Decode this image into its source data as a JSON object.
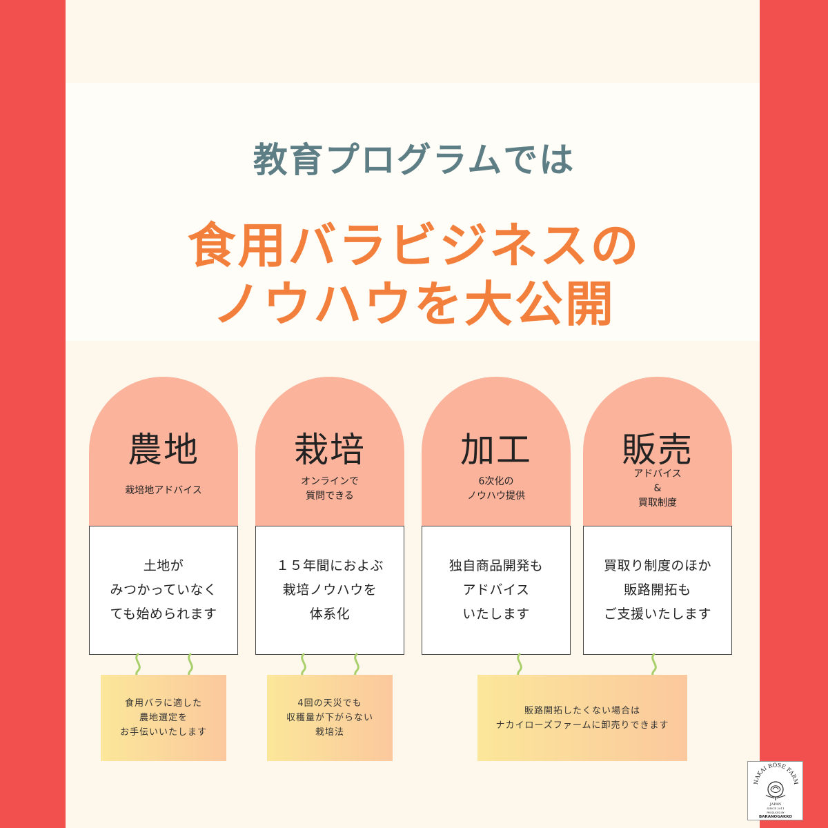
{
  "header": {
    "subtitle": "教育プログラムでは",
    "headline_line1": "食用バラビジネスの",
    "headline_line2": "ノウハウを大公開"
  },
  "cards": [
    {
      "title": "農地",
      "desc": [
        "栽培地アドバイス"
      ],
      "body": [
        "土地が",
        "みつかっていなく",
        "ても始められます"
      ]
    },
    {
      "title": "栽培",
      "desc": [
        "オンラインで",
        "質問できる"
      ],
      "body": [
        "１５年間におよぶ",
        "栽培ノウハウを",
        "体系化"
      ]
    },
    {
      "title": "加工",
      "desc": [
        "6次化の",
        "ノウハウ提供"
      ],
      "body": [
        "独自商品開発も",
        "アドバイス",
        "いたします"
      ]
    },
    {
      "title": "販売",
      "desc": [
        "アドバイス",
        "&",
        "買取制度"
      ],
      "body": [
        "買取り制度のほか",
        "販路開拓も",
        "ご支援いたします"
      ]
    }
  ],
  "notes": [
    {
      "lines": [
        "食用バラに適した",
        "農地選定を",
        "お手伝いいたします"
      ]
    },
    {
      "lines": [
        "4回の天災でも",
        "収穫量が下がらない",
        "栽培法"
      ]
    },
    {
      "lines": [
        "販路開拓したくない場合は",
        "ナカイローズファームに卸売りできます"
      ]
    }
  ],
  "logo": {
    "brand": "NAKAI ROSE FARM",
    "country": "JAPAN",
    "since": "SINCE 2011",
    "produced_by": "PRODUCED BY",
    "school": "BARANOGAKKO"
  },
  "colors": {
    "side_bar": "#f2504e",
    "background": "#fdf7ec",
    "subtitle": "#5e7e85",
    "headline": "#f27f3c",
    "arch": "#fbb39c",
    "string": "#a8cf6a"
  },
  "icons": [
    "rose-logo-icon",
    "string-icon"
  ]
}
